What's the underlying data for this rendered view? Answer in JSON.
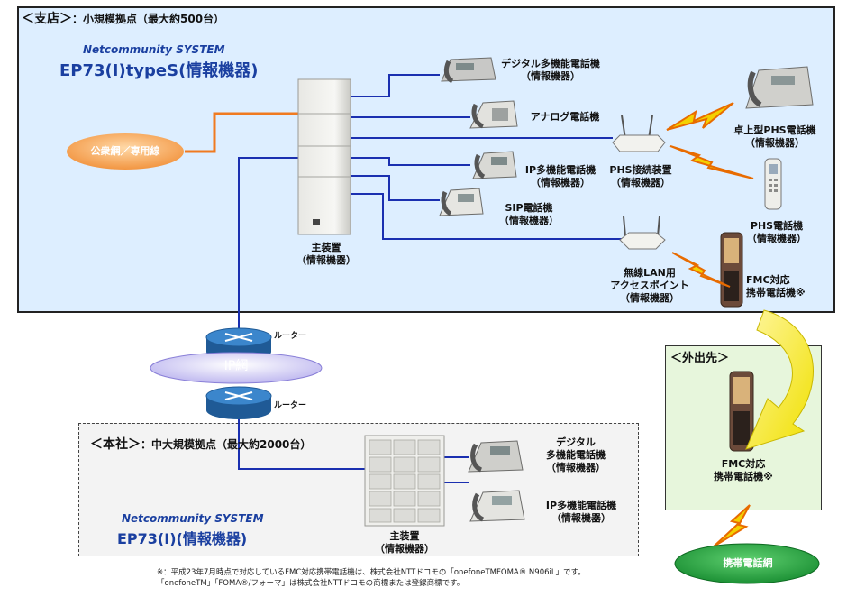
{
  "branch": {
    "header_bracket": "＜支店＞",
    "header_desc": "：小規模拠点（最大約500台）",
    "product_system": "Netcommunity SYSTEM",
    "product_model": "EP73(Ⅰ)typeS(情報機器)",
    "public_network": "公衆網／専用線",
    "main_unit": [
      "主装置",
      "（情報機器）"
    ],
    "digital_phone": [
      "デジタル多機能電話機",
      "（情報機器）"
    ],
    "analog_phone": "アナログ電話機",
    "ip_phone": [
      "IP多機能電話機",
      "（情報機器）"
    ],
    "sip_phone": [
      "SIP電話機",
      "（情報機器）"
    ],
    "phs_base": [
      "PHS接続装置",
      "（情報機器）"
    ],
    "desk_phs": [
      "卓上型PHS電話機",
      "（情報機器）"
    ],
    "phs_phone": [
      "PHS電話機",
      "（情報機器）"
    ],
    "wlan_ap": [
      "無線LAN用",
      "アクセスポイント",
      "（情報機器）"
    ],
    "fmc_phone": [
      "FMC対応",
      "携帯電話機※"
    ]
  },
  "network": {
    "router_top": "ルーター",
    "ip_network": "IP網",
    "router_bottom": "ルーター"
  },
  "outside": {
    "header": "＜外出先＞",
    "fmc_phone": [
      "FMC対応",
      "携帯電話機※"
    ],
    "mobile_network": "携帯電話網"
  },
  "hq": {
    "header_bracket": "＜本社＞",
    "header_desc": "：中大規模拠点（最大約2000台）",
    "product_system": "Netcommunity SYSTEM",
    "product_model": "EP73(Ⅰ)(情報機器)",
    "main_unit": [
      "主装置",
      "（情報機器）"
    ],
    "digital_phone": [
      "デジタル",
      "多機能電話機",
      "（情報機器）"
    ],
    "ip_phone": [
      "IP多機能電話機",
      "（情報機器）"
    ]
  },
  "footnote": [
    "※：平成23年7月時点で対応しているFMC対応携帯電話機は、株式会社NTTドコモの「onefoneTMFOMA® N906iL」です。",
    "「onefoneTM」「FOMA®/フォーマ」は株式会社NTTドコモの商標または登録商標です。"
  ],
  "colors": {
    "branch_bg": "#ddeeff",
    "line_blue": "#1a2fb0",
    "line_orange": "#f07a20",
    "router": "#2f7cc0",
    "cloud": "#c9c4f2",
    "mobile_net": "#1f9a3a",
    "outside_bg": "#e7f6dc"
  }
}
